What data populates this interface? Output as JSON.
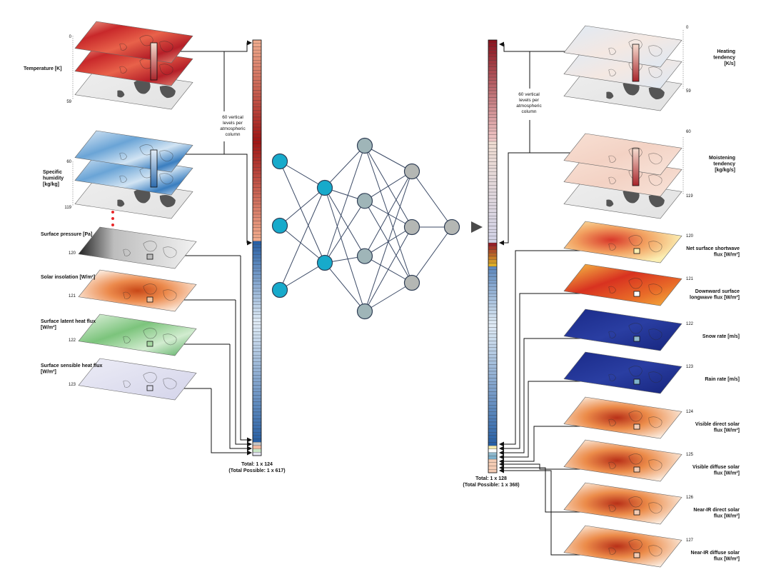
{
  "inputs": [
    {
      "label": "Temperature [K]",
      "levels": [
        "0",
        "59"
      ],
      "kind": "stack",
      "palette": "temperature"
    },
    {
      "label": "Specific humidity [kg/kg]",
      "levels": [
        "60",
        "119"
      ],
      "kind": "stack",
      "palette": "humidity"
    },
    {
      "label": "Surface pressure [Pa]",
      "levels": [
        "120"
      ],
      "kind": "single",
      "palette": "pressure"
    },
    {
      "label": "Solar insolation [W/m²]",
      "levels": [
        "121"
      ],
      "kind": "single",
      "palette": "insolation"
    },
    {
      "label": "Surface latent heat flux [W/m²]",
      "levels": [
        "122"
      ],
      "kind": "single",
      "palette": "latent"
    },
    {
      "label": "Surface sensible heat flux [W/m²]",
      "levels": [
        "123"
      ],
      "kind": "single",
      "palette": "sensible"
    }
  ],
  "outputs": [
    {
      "label": "Heating tendency [K/s]",
      "levels": [
        "0",
        "59"
      ],
      "kind": "stack",
      "palette": "heating"
    },
    {
      "label": "Moistening tendency [kg/kg/s]",
      "levels": [
        "60",
        "119"
      ],
      "kind": "stack",
      "palette": "moistening"
    },
    {
      "label": "Net surface shortwave flux [W/m²]",
      "levels": [
        "120"
      ],
      "kind": "single",
      "palette": "shortwave"
    },
    {
      "label": "Downward surface longwave flux [W/m²]",
      "levels": [
        "121"
      ],
      "kind": "single",
      "palette": "longwave"
    },
    {
      "label": "Snow rate [m/s]",
      "levels": [
        "122"
      ],
      "kind": "single",
      "palette": "snow"
    },
    {
      "label": "Rain rate [m/s]",
      "levels": [
        "123"
      ],
      "kind": "single",
      "palette": "rain"
    },
    {
      "label": "Visible direct solar flux [W/m²]",
      "levels": [
        "124"
      ],
      "kind": "single",
      "palette": "solar"
    },
    {
      "label": "Visible diffuse solar flux [W/m²]",
      "levels": [
        "125"
      ],
      "kind": "single",
      "palette": "solar"
    },
    {
      "label": "Near-IR direct solar flux [W/m²]",
      "levels": [
        "126"
      ],
      "kind": "single",
      "palette": "solar"
    },
    {
      "label": "Near-IR diffuse solar flux [W/m²]",
      "levels": [
        "127"
      ],
      "kind": "single",
      "palette": "solar"
    }
  ],
  "annotations": {
    "vertical_levels": "60 vertical levels per atmospheric column"
  },
  "input_vector": {
    "total": "Total: 1 x 124",
    "total_possible": "(Total Possible: 1 x 617)"
  },
  "output_vector": {
    "total": "Total: 1 x 128",
    "total_possible": "(Total Possible: 1 x 368)"
  },
  "network": {
    "layers": [
      3,
      2,
      4,
      3,
      1
    ],
    "colors": [
      "#17aacb",
      "#17aacb",
      "#9fb5b8",
      "#b4b7b4",
      "#b4b7b4"
    ]
  },
  "colors": {
    "ellipsis_dots": "#e8282a",
    "temperature": "#c8282a",
    "humidity": "#3a7ec0",
    "heating": "#e4eef6",
    "moistening": "#f6dcd0",
    "pressure": "#d0d0d0",
    "insolation": "#e07030",
    "latent": "#5cb060",
    "sensible": "#cfcfe6",
    "shortwave": "#f4d070",
    "longwave": "#d83220",
    "snow": "#1e2c8c",
    "rain": "#1c2e90",
    "solar": "#f2c8a0"
  }
}
